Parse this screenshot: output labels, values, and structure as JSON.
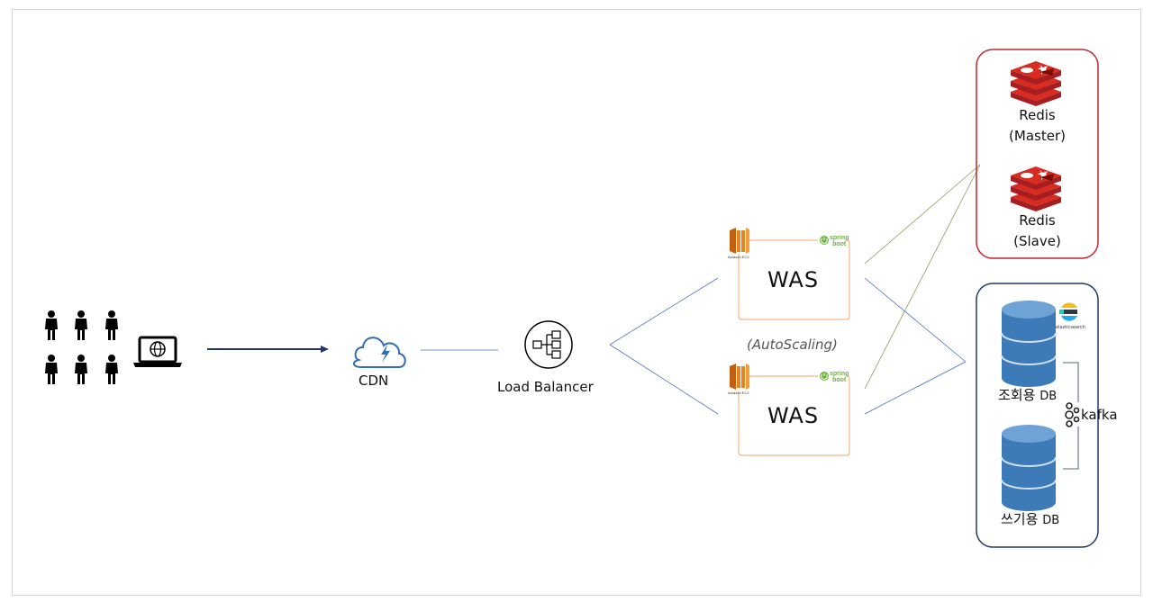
{
  "labels": {
    "cdn": "CDN",
    "load_balancer": "Load Balancer",
    "autoscaling": "(AutoScaling)",
    "was_1": "WAS",
    "was_2": "WAS",
    "redis_master_1": "Redis",
    "redis_master_2": "(Master)",
    "redis_slave_1": "Redis",
    "redis_slave_2": "(Slave)",
    "read_db": "조회용",
    "read_db_suffix": "DB",
    "write_db": "쓰기용",
    "write_db_suffix": "DB",
    "kafka": "kafka",
    "elasticsearch": "elasticsearch",
    "amazon_ec2": "Amazon EC2",
    "spring_1": "spring",
    "spring_2": "boot"
  },
  "colors": {
    "redis_border": "#c0272d",
    "db_border": "#1f3864",
    "was_border": "#f0a46c",
    "ec2_orange": "#e8841f",
    "spring_green": "#6db33f",
    "cdn_blue": "#2f6db5",
    "arrow_navy": "#1f3864",
    "link_blue": "#4a72c4",
    "link_green": "#7fa05a",
    "redis_red": "#c0272d",
    "db_blue": "#3d7ab8"
  },
  "icons": [
    "person-icon",
    "laptop-globe-icon",
    "cloud-bolt-icon",
    "load-balancer-icon",
    "amazon-ec2-icon",
    "spring-boot-icon",
    "redis-icon",
    "database-icon",
    "elasticsearch-icon",
    "kafka-icon"
  ]
}
